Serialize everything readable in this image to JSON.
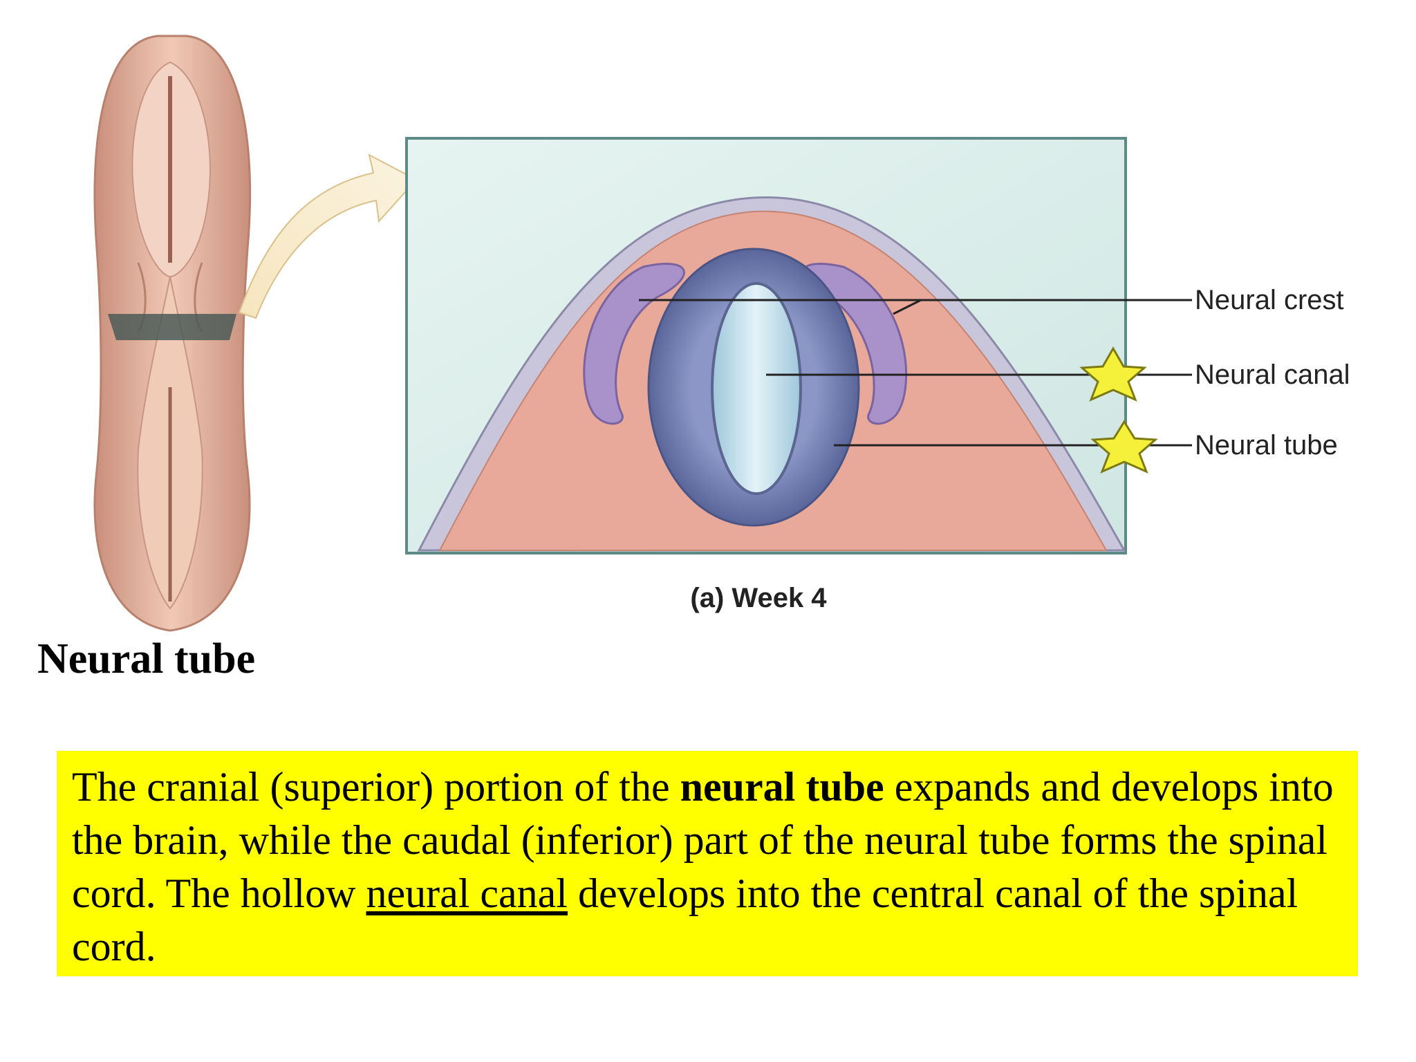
{
  "title": "Neural tube",
  "figure": {
    "caption": "(a) Week 4",
    "labels": {
      "neural_crest": "Neural crest",
      "neural_canal": "Neural canal",
      "neural_tube": "Neural tube"
    },
    "colors": {
      "background_panel": "#dcefec",
      "tissue": "#e9a99a",
      "neural_tube_ring": "#6b77aa",
      "neural_canal_fill": "#bcdcea",
      "neural_crest": "#a992c9",
      "star": "#f5f03a",
      "embryo": "#e1b4a0"
    }
  },
  "description": {
    "part1": "The cranial (superior) portion of the ",
    "bold1": "neural tube",
    "part2": " expands and develops into the brain, while the caudal (inferior) part of the neural tube forms the spinal cord.  The hollow ",
    "underline1": "neural canal",
    "part3": " develops into the central canal of the spinal cord."
  },
  "colors": {
    "highlight": "#ffff00"
  }
}
